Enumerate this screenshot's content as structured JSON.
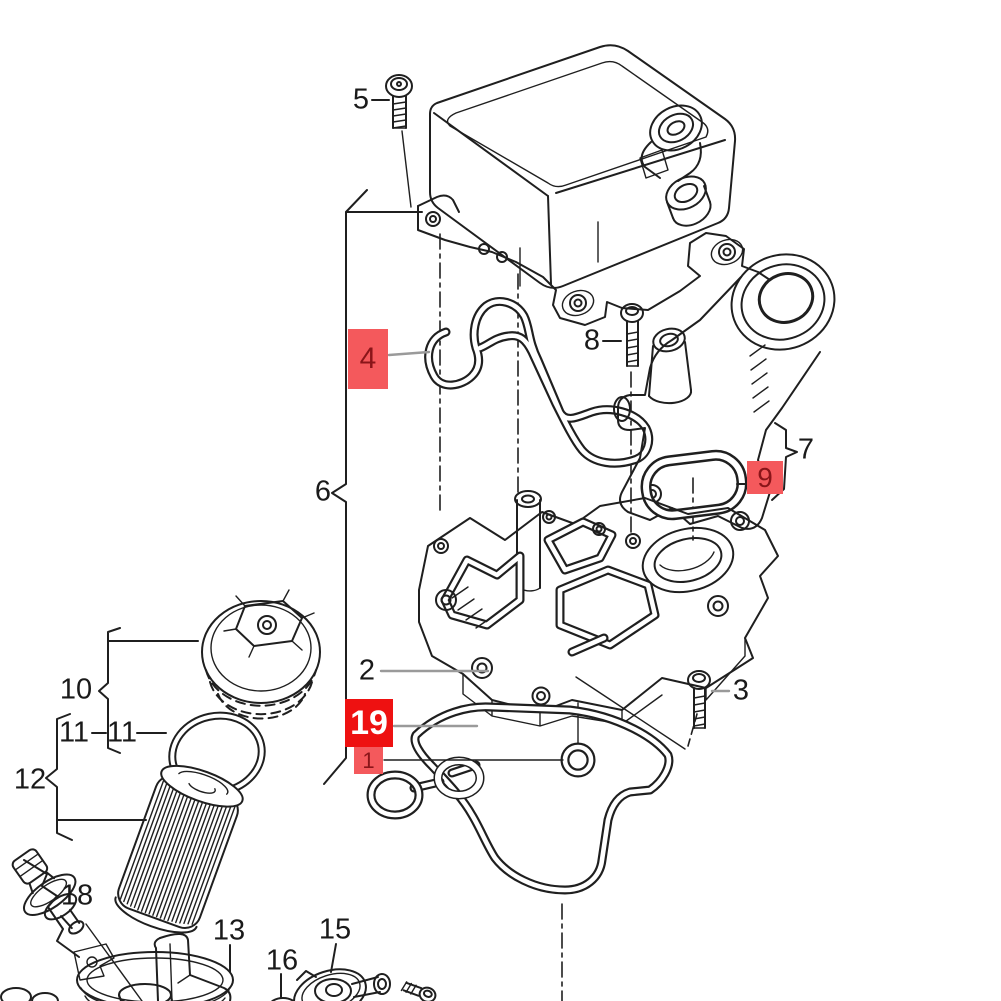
{
  "diagram": {
    "kind": "exploded-parts-diagram",
    "description": "Black-and-white exploded line drawing of an engine oil cooler and oil filter housing assembly with numbered callouts; callouts 1, 4, 9 and 19 are highlighted with red boxes",
    "background": "#ffffff",
    "line_color": "#1f1f1f"
  },
  "colors": {
    "highlight_strong_bg": "#ee1111",
    "highlight_strong_text": "#ffffff",
    "highlight_soft_bg": "#f4595c",
    "highlight_soft_text": "#8a1519",
    "label_text": "#1a1a1a",
    "leader_gray": "#9a9a9a"
  },
  "callouts": {
    "c1": {
      "text": "1",
      "style": "box-soft"
    },
    "c2": {
      "text": "2",
      "style": "plain"
    },
    "c3": {
      "text": "3",
      "style": "plain"
    },
    "c4": {
      "text": "4",
      "style": "box-soft"
    },
    "c5": {
      "text": "5",
      "style": "plain"
    },
    "c6": {
      "text": "6",
      "style": "plain"
    },
    "c7": {
      "text": "7",
      "style": "plain"
    },
    "c8": {
      "text": "8",
      "style": "plain"
    },
    "c9": {
      "text": "9",
      "style": "box-soft"
    },
    "c10": {
      "text": "10",
      "style": "plain"
    },
    "c11a": {
      "text": "11",
      "style": "plain"
    },
    "c11b": {
      "text": "11",
      "style": "plain"
    },
    "c12": {
      "text": "12",
      "style": "plain"
    },
    "c13": {
      "text": "13",
      "style": "plain"
    },
    "c15": {
      "text": "15",
      "style": "plain"
    },
    "c16": {
      "text": "16",
      "style": "plain"
    },
    "c18": {
      "text": "18",
      "style": "plain"
    },
    "c19": {
      "text": "19",
      "style": "box-strong"
    }
  }
}
